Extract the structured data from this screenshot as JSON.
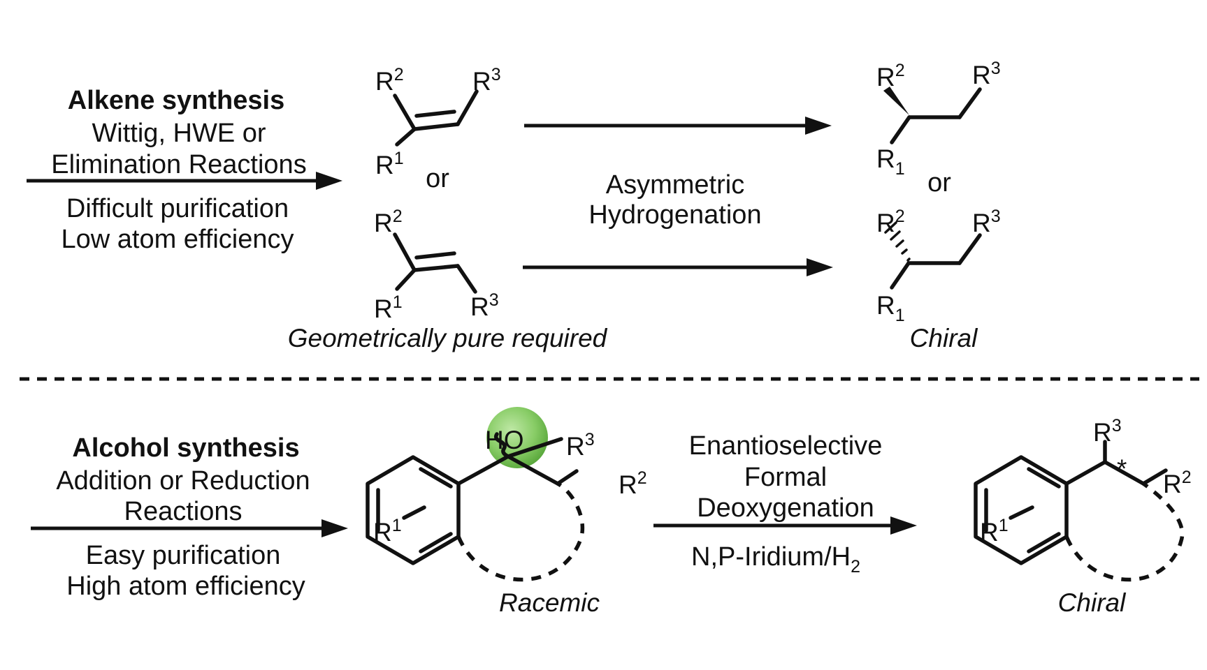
{
  "colors": {
    "ink": "#111111",
    "warning_red": "#c8202f",
    "benefit_blue": "#1a4fe0",
    "highlight_green": "#88cc66"
  },
  "top_route": {
    "method_title": "Alkene synthesis",
    "method_line1": "Wittig, HWE or",
    "method_line2": "Elimination Reactions",
    "drawback1": "Difficult purification",
    "drawback2": "Low atom efficiency",
    "requirement": "Geometrically pure required",
    "or_left": "or",
    "or_right": "or",
    "reaction_line1": "Asymmetric",
    "reaction_line2": "Hydrogenation",
    "product_label": "Chiral",
    "z_alkene": {
      "r2": "R",
      "r2_sup": "2",
      "r3": "R",
      "r3_sup": "3",
      "r1": "R",
      "r1_sup": "1"
    },
    "e_alkene": {
      "r2": "R",
      "r2_sup": "2",
      "r1": "R",
      "r1_sup": "1",
      "r3": "R",
      "r3_sup": "3"
    },
    "product_wedge": {
      "r2": "R",
      "r2_sup": "2",
      "r3": "R",
      "r3_sup": "3",
      "r1": "R",
      "r1_sub": "1"
    },
    "product_hash": {
      "r2": "R",
      "r2_sup": "2",
      "r3": "R",
      "r3_sup": "3",
      "r1": "R",
      "r1_sub": "1"
    }
  },
  "bottom_route": {
    "method_title": "Alcohol synthesis",
    "method_line1": "Addition or Reduction",
    "method_line2": "Reactions",
    "benefit1": "Easy purification",
    "benefit2": "High atom efficiency",
    "substrate_label": "Racemic",
    "reaction_line1": "Enantioselective",
    "reaction_line2": "Formal",
    "reaction_line3": "Deoxygenation",
    "catalyst": "N,P-Iridium/H",
    "catalyst_sub": "2",
    "product_label": "Chiral",
    "stereo_mark": "*",
    "alcohol": {
      "ho": "HO",
      "r3": "R",
      "r3_sup": "3",
      "r2": "R",
      "r2_sup": "2",
      "r1": "R",
      "r1_sup": "1"
    },
    "product": {
      "r3": "R",
      "r3_sup": "3",
      "r2": "R",
      "r2_sup": "2",
      "r1": "R",
      "r1_sup": "1"
    }
  }
}
